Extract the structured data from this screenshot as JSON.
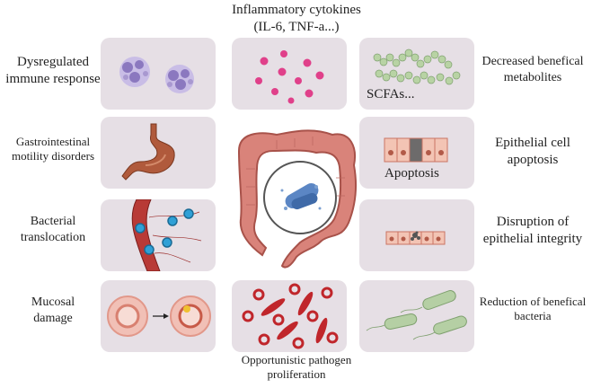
{
  "top_label": {
    "line1": "Inflammatory cytokines",
    "line2": "(IL-6, TNF-a...)"
  },
  "bottom_label": {
    "line1": "Opportunistic pathogen",
    "line2": "proliferation"
  },
  "left": [
    {
      "line1": "Dysregulated",
      "line2": "immune response"
    },
    {
      "line1": "Gastrointestinal",
      "line2": "motility disorders"
    },
    {
      "line1": "Bacterial",
      "line2": "translocation"
    },
    {
      "line1": "Mucosal",
      "line2": "damage"
    }
  ],
  "right": [
    {
      "line1": "Decreased benefical",
      "line2": "metabolites"
    },
    {
      "line1": "Epithelial cell",
      "line2": "apoptosis"
    },
    {
      "line1": "Disruption of",
      "line2": "epithelial integrity"
    },
    {
      "line1": "Reduction of benefical",
      "line2": "bacteria"
    }
  ],
  "inset_labels": {
    "scfa": "SCFAs...",
    "apoptosis": "Apoptosis"
  },
  "colors": {
    "panel_bg": "#e6dfe5",
    "cytokine": "#e0408a",
    "colon": "#d9837a",
    "bacteria_green": "#a9c79a",
    "pathogen_red": "#c0262b"
  }
}
